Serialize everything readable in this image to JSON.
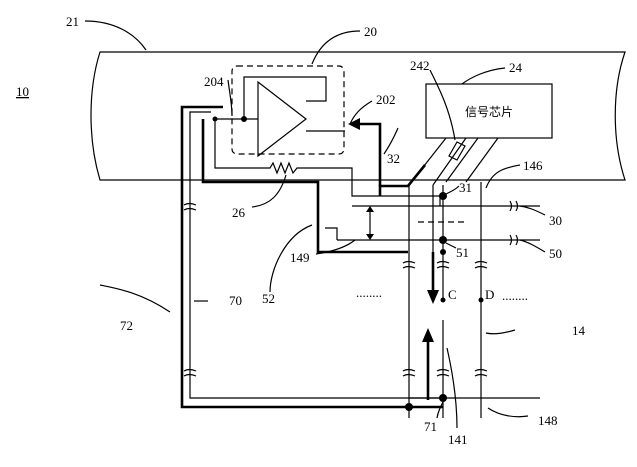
{
  "figure_label": "10",
  "chip_text": "信号芯片",
  "ellipsis": "........",
  "labels": {
    "l21": "21",
    "l20": "20",
    "l24": "24",
    "l204": "204",
    "l242": "242",
    "l202": "202",
    "l32": "32",
    "l146": "146",
    "l31": "31",
    "l26": "26",
    "l30": "30",
    "l149": "149",
    "l51": "51",
    "l50": "50",
    "l52": "52",
    "lC": "C",
    "lD": "D",
    "l72": "72",
    "l70": "70",
    "l14": "14",
    "l71": "71",
    "l141": "141",
    "l148": "148"
  }
}
